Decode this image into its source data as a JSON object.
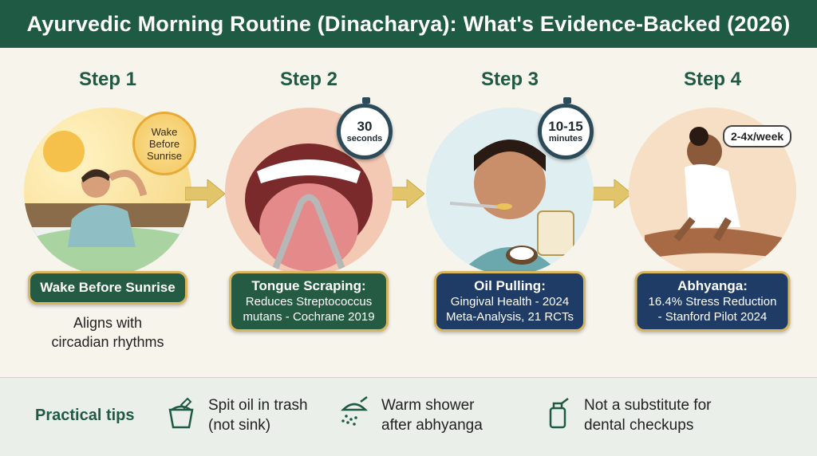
{
  "title": "Ayurvedic Morning Routine (Dinacharya): What's Evidence-Backed (2026)",
  "steps": [
    {
      "label": "Step 1",
      "badge_title": "Wake Before Sunrise",
      "badge_sub": "",
      "caption_line1": "Aligns with",
      "caption_line2": "circadian rhythms",
      "sun_badge": [
        "Wake",
        "Before",
        "Sunrise"
      ]
    },
    {
      "label": "Step 2",
      "badge_title": "Tongue Scraping:",
      "badge_sub1": "Reduces Streptococcus",
      "badge_sub2": "mutans - Cochrane 2019",
      "timer_big": "30",
      "timer_small": "seconds"
    },
    {
      "label": "Step 3",
      "badge_title": "Oil Pulling:",
      "badge_sub1": "Gingival Health - 2024",
      "badge_sub2": "Meta-Analysis, 21 RCTs",
      "timer_big": "10-15",
      "timer_small": "minutes"
    },
    {
      "label": "Step 4",
      "badge_title": "Abhyanga:",
      "badge_sub1": "16.4% Stress Reduction",
      "badge_sub2": "- Stanford Pilot 2024",
      "frequency": "2-4x/week"
    }
  ],
  "tips": {
    "label": "Practical tips",
    "items": [
      {
        "line1": "Spit oil in trash",
        "line2": "(not sink)",
        "icon": "trash-bin-icon"
      },
      {
        "line1": "Warm shower",
        "line2": "after abhyanga",
        "icon": "shower-icon"
      },
      {
        "line1": "Not a substitute for",
        "line2": "dental checkups",
        "icon": "bottle-icon"
      }
    ]
  },
  "colors": {
    "header": "#1f5a44",
    "badge_green": "#245b42",
    "badge_blue": "#1f3c66",
    "gold": "#d8b660"
  }
}
